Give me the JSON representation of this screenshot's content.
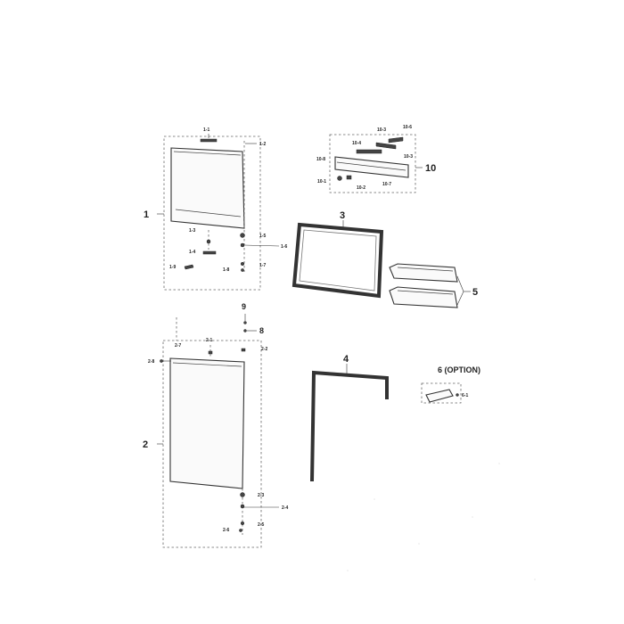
{
  "labels": {
    "door_top": "1",
    "door_bottom": "2",
    "gasket_top": "3",
    "gasket_bottom": "4",
    "guard": "5",
    "option": "6 (OPTION)",
    "hinge": "8",
    "pin": "9",
    "cover": "10",
    "p1_1": "1-1",
    "p1_2": "1-2",
    "p1_3": "1-3",
    "p1_4": "1-4",
    "p1_5": "1-5",
    "p1_6": "1-6",
    "p1_7": "1-7",
    "p1_8": "1-8",
    "p1_9": "1-9",
    "p2_1": "2-1",
    "p2_2": "2-2",
    "p2_3": "2-3",
    "p2_4": "2-4",
    "p2_5": "2-5",
    "p2_6": "2-6",
    "p2_7": "2-7",
    "p2_8": "2-8",
    "p6_1": "6-1",
    "p10_1": "10-1",
    "p10_2": "10-2",
    "p10_3a": "10-3",
    "p10_3b": "10-3",
    "p10_4": "10-4",
    "p10_6": "10-6",
    "p10_7": "10-7",
    "p10_8": "10-8"
  }
}
